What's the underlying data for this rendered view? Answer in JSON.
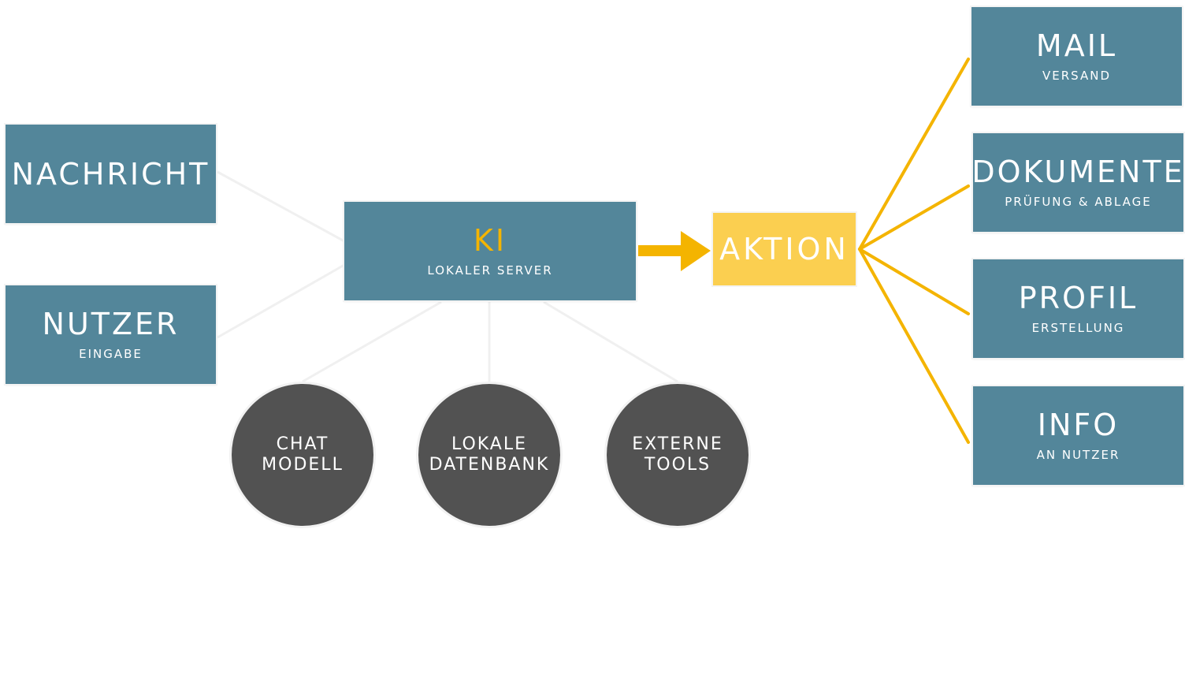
{
  "inputs": {
    "nachricht": {
      "title": "NACHRICHT"
    },
    "nutzer": {
      "title": "NUTZER",
      "sub": "EINGABE"
    }
  },
  "ki": {
    "title": "KI",
    "sub": "LOKALER SERVER"
  },
  "aktion": {
    "title": "AKTION"
  },
  "components": [
    {
      "line1": "CHAT",
      "line2": "MODELL"
    },
    {
      "line1": "LOKALE",
      "line2": "DATENBANK"
    },
    {
      "line1": "EXTERNE",
      "line2": "TOOLS"
    }
  ],
  "outputs": [
    {
      "title": "MAIL",
      "sub": "VERSAND"
    },
    {
      "title": "DOKUMENTE",
      "sub": "PRÜFUNG & ABLAGE"
    },
    {
      "title": "PROFIL",
      "sub": "ERSTELLUNG"
    },
    {
      "title": "INFO",
      "sub": "AN NUTZER"
    }
  ],
  "colors": {
    "box": "#53869a",
    "accent": "#f4b400",
    "action": "#fbcf50",
    "circle": "#525252"
  }
}
